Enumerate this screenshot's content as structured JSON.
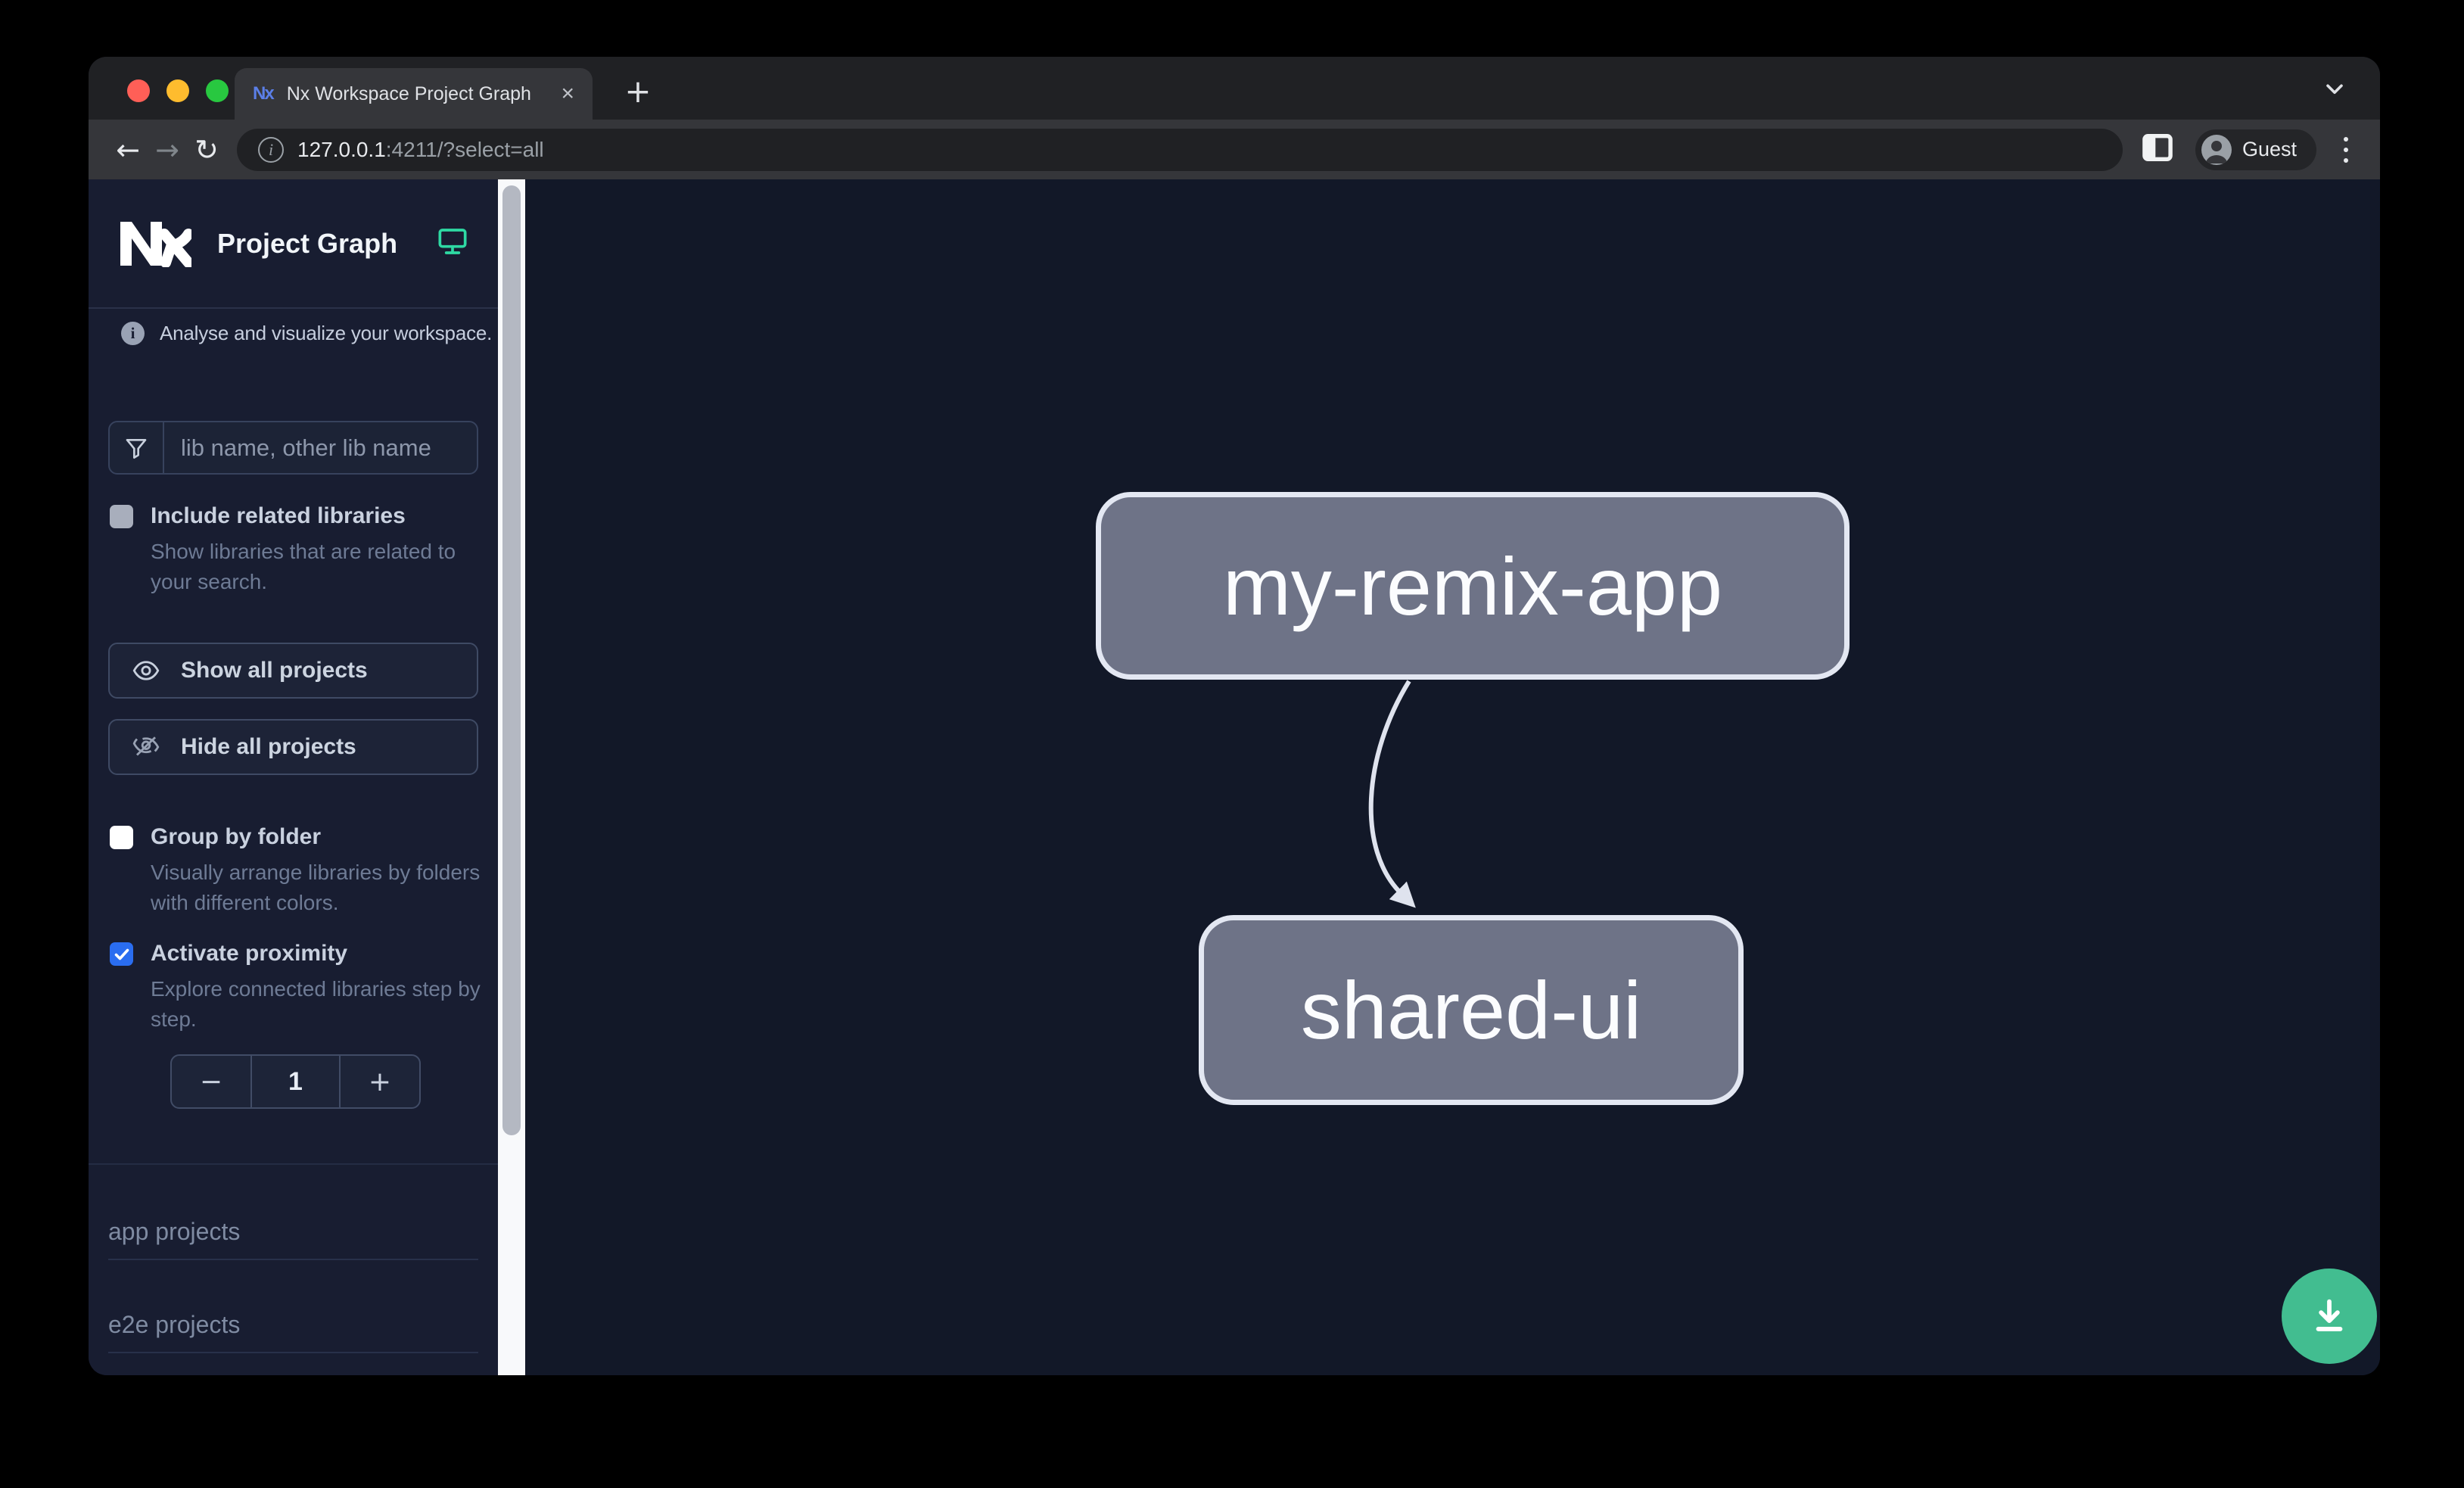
{
  "browser": {
    "tab_title": "Nx Workspace Project Graph",
    "tab_close": "×",
    "new_tab": "+",
    "favicon_text": "Nx",
    "back": "←",
    "forward": "→",
    "reload": "↻",
    "url": {
      "host": "127.0.0.1",
      "rest": ":4211/?select=all"
    },
    "profile_label": "Guest"
  },
  "sidebar": {
    "app_title": "Project Graph",
    "tagline": "Analyse and visualize your workspace.",
    "search_placeholder": "lib name, other lib name",
    "include_related": {
      "label": "Include related libraries",
      "desc": "Show libraries that are related to your search.",
      "checked": false
    },
    "show_all_label": "Show all projects",
    "hide_all_label": "Hide all projects",
    "group_by_folder": {
      "label": "Group by folder",
      "desc": "Visually arrange libraries by folders with different colors.",
      "checked": false
    },
    "activate_proximity": {
      "label": "Activate proximity",
      "desc": "Explore connected libraries step by step.",
      "checked": true
    },
    "proximity_stepper": {
      "decrement": "−",
      "value": "1",
      "increment": "+"
    },
    "sections": [
      {
        "label": "app projects"
      },
      {
        "label": "e2e projects"
      }
    ]
  },
  "graph": {
    "nodes": [
      {
        "label": "my-remix-app"
      },
      {
        "label": "shared-ui"
      }
    ],
    "edges": [
      {
        "from": "my-remix-app",
        "to": "shared-ui"
      }
    ]
  },
  "colors": {
    "accent_teal": "#2ed9a3",
    "fab_green": "#42bd90",
    "checkbox_blue": "#2a6df0",
    "node_fill": "#6e7387",
    "node_border": "#e3e7f2",
    "sidebar_bg": "#181d31",
    "canvas_bg": "#121828"
  }
}
